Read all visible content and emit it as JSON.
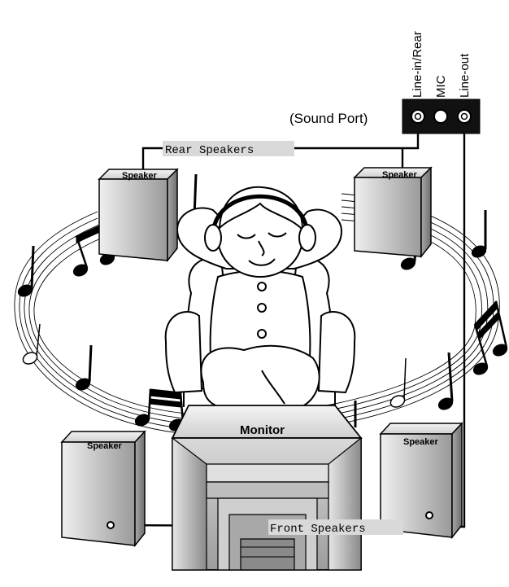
{
  "sound_port": {
    "label": "(Sound Port)",
    "jacks": [
      "Line-in/Rear",
      "MIC",
      "Line-out"
    ]
  },
  "speakers": {
    "rear_left": "Speaker",
    "rear_right": "Speaker",
    "front_left": "Speaker",
    "front_right": "Speaker"
  },
  "monitor": {
    "label": "Monitor"
  },
  "cables": {
    "rear_label": "Rear Speakers",
    "front_label": "Front Speakers"
  },
  "colors": {
    "ink": "#000000",
    "label_bg": "#d9d9d9",
    "speaker_front": "#c8c8c8",
    "speaker_side": "#8e8e8e",
    "monitor_body": "#bdbdbd",
    "port_body": "#111111"
  }
}
